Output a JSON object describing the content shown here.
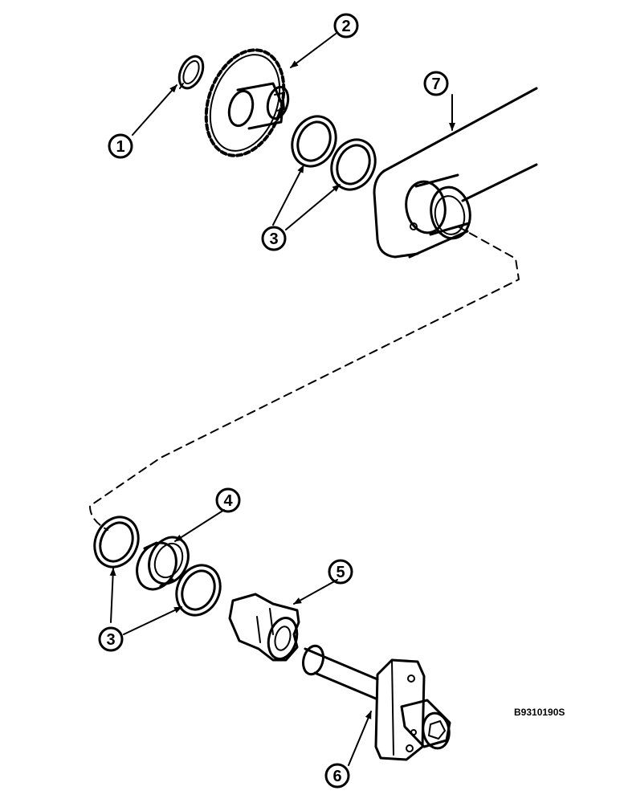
{
  "figure_code": "B9310190S",
  "callouts": {
    "c1": "1",
    "c2": "2",
    "c3a": "3",
    "c3b": "3",
    "c4": "4",
    "c5": "5",
    "c6": "6",
    "c7": "7"
  },
  "colors": {
    "line": "#000000",
    "background": "#ffffff"
  }
}
